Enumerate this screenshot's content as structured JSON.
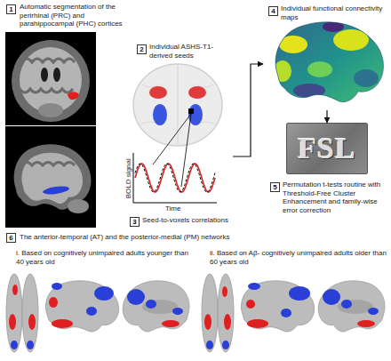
{
  "diagram": {
    "nodes": [
      {
        "text": [
          "1",
          "Automatic segmentation of the perirhinal (PRC) and parahippocampal (PHC) cortices"
        ]
      },
      {
        "text": [
          "2",
          "Individual ASHS-T1-derived seeds"
        ]
      },
      {
        "text": [
          "3",
          "Seed-to-voxels correlations"
        ]
      },
      {
        "text": [
          "4",
          "Individual functional connectivity maps"
        ]
      },
      {
        "text": [
          "FSL"
        ]
      },
      {
        "text": [
          "5",
          "Permutation t-tests routine with Threshold-Free Cluster Enhancement and family-wise error correction"
        ]
      },
      {
        "text": [
          "6",
          "The anterior-temporal (AT) and the posterior-medial (PM) networks"
        ]
      }
    ],
    "edges": [
      {
        "from": 2,
        "to": 3,
        "arrow": "to"
      },
      {
        "from": 3,
        "to": 4,
        "arrow": "to"
      }
    ],
    "labels": [
      "BOLD signal",
      "Time",
      "i. Based on cognitively unimpaired adults younger than 40 years old",
      "ii. Based on Aβ- cognitively unimpaired adults older than 60 years old"
    ]
  }
}
